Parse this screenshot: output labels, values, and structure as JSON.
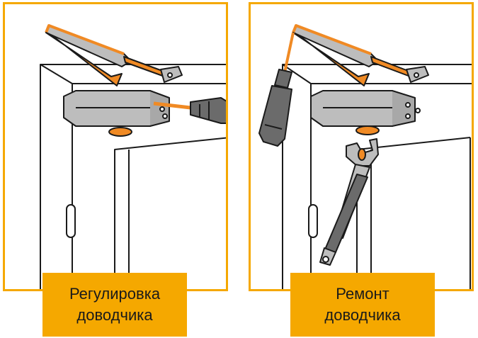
{
  "panels": [
    {
      "caption_line1": "Регулировка",
      "caption_line2": "доводчика",
      "tool": "screwdriver-icon"
    },
    {
      "caption_line1": "Ремонт",
      "caption_line2": "доводчика",
      "tool": "wrench-icon"
    }
  ],
  "colors": {
    "accent": "#f5a800",
    "arm": "#f08a24",
    "metal": "#bdbdbd",
    "outline": "#1a1a1a"
  }
}
